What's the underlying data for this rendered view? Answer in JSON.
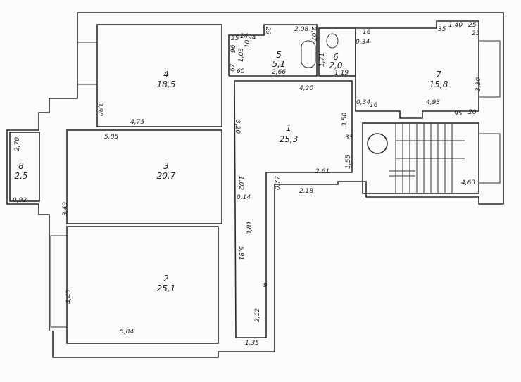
{
  "rooms": [
    {
      "number": "1",
      "area": "25,3"
    },
    {
      "number": "2",
      "area": "25,1"
    },
    {
      "number": "3",
      "area": "20,7"
    },
    {
      "number": "4",
      "area": "18,5"
    },
    {
      "number": "5",
      "area": "5,1"
    },
    {
      "number": "6",
      "area": "2,0"
    },
    {
      "number": "7",
      "area": "15,8"
    },
    {
      "number": "8",
      "area": "2,5"
    }
  ],
  "dims": [
    "3,98",
    "4,75",
    "5,85",
    "3,49",
    "4,40",
    "5,84",
    "5,81",
    "3,81",
    "2,12",
    "1,35",
    "3,20",
    "1,02",
    "0,14",
    "2,61",
    "2,18",
    "0,77",
    "1,55",
    "3,50",
    "4,20",
    "0,34",
    "16",
    "3,30",
    "4,93",
    "95",
    "20",
    "1,40",
    "35",
    "25",
    "25",
    "0,34",
    "16",
    "2,08",
    "2,07",
    "2,66",
    "1,19",
    "1,71",
    "29",
    "94",
    "14",
    "25",
    "96",
    "1,03",
    "10",
    "67",
    "60",
    "2,70",
    "0,92",
    "4,63",
    "33",
    "9"
  ]
}
